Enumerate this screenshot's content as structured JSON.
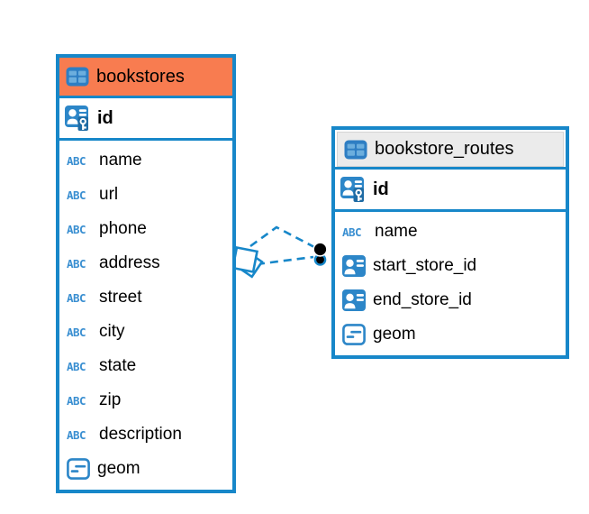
{
  "diagram": {
    "type_icon_label": "ABC",
    "colors": {
      "accent_blue": "#1787C9",
      "icon_blue": "#2C86C8",
      "header_orange": "#F87C50",
      "header_gray": "#EBEBEB",
      "connector_dot": "#000000"
    },
    "tables": [
      {
        "title": "bookstores",
        "header_color_key": "header_orange",
        "primary_key": {
          "name": "id",
          "icon": "primary-key-icon"
        },
        "columns": [
          {
            "name": "name",
            "icon": "text-type-icon"
          },
          {
            "name": "url",
            "icon": "text-type-icon"
          },
          {
            "name": "phone",
            "icon": "text-type-icon"
          },
          {
            "name": "address",
            "icon": "text-type-icon"
          },
          {
            "name": "street",
            "icon": "text-type-icon"
          },
          {
            "name": "city",
            "icon": "text-type-icon"
          },
          {
            "name": "state",
            "icon": "text-type-icon"
          },
          {
            "name": "zip",
            "icon": "text-type-icon"
          },
          {
            "name": "description",
            "icon": "text-type-icon"
          },
          {
            "name": "geom",
            "icon": "geometry-type-icon"
          }
        ]
      },
      {
        "title": "bookstore_routes",
        "header_color_key": "header_gray",
        "primary_key": {
          "name": "id",
          "icon": "primary-key-icon"
        },
        "columns": [
          {
            "name": "name",
            "icon": "text-type-icon"
          },
          {
            "name": "start_store_id",
            "icon": "foreign-key-icon"
          },
          {
            "name": "end_store_id",
            "icon": "foreign-key-icon"
          },
          {
            "name": "geom",
            "icon": "geometry-type-icon"
          }
        ]
      }
    ],
    "relationship": {
      "from_table": "bookstore_routes",
      "to_table": "bookstores",
      "line_style": "dashed",
      "color": "#1787C9",
      "end_markers": [
        "stacked-squares",
        "double-dot"
      ]
    }
  }
}
